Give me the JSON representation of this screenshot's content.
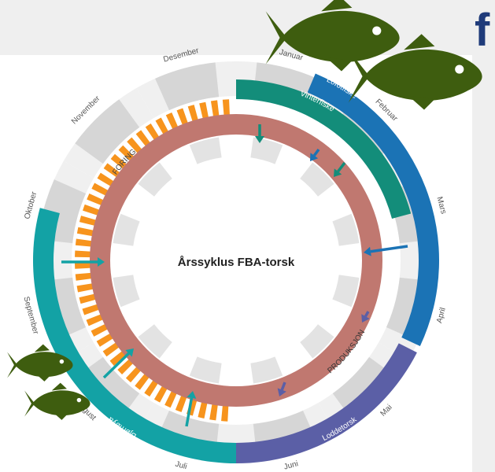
{
  "header": {
    "corner_letter": "f"
  },
  "diagram": {
    "title": "Årssyklus FBA-torsk",
    "months": [
      "Januar",
      "Februar",
      "Mars",
      "April",
      "Mai",
      "Juni",
      "Juli",
      "August",
      "September",
      "Oktober",
      "November",
      "Desember"
    ],
    "seasons": [
      {
        "label": "Vinterfiske",
        "color": "#138d7a"
      },
      {
        "label": "Lofotfiske",
        "color": "#1b73b5"
      },
      {
        "label": "Loddetorsk",
        "color": "#5b5fa6"
      },
      {
        "label": "Bjørnøya",
        "color": "#13a2a5"
      }
    ],
    "phases": [
      {
        "label": "FORING",
        "color": "#f7941d"
      },
      {
        "label": "PRODUKSJON",
        "color": "#c07870"
      }
    ],
    "colors": {
      "month_shade_light": "#f0f0f0",
      "month_shade_dark": "#d6d6d6",
      "fish": "#3e5d0f"
    }
  }
}
